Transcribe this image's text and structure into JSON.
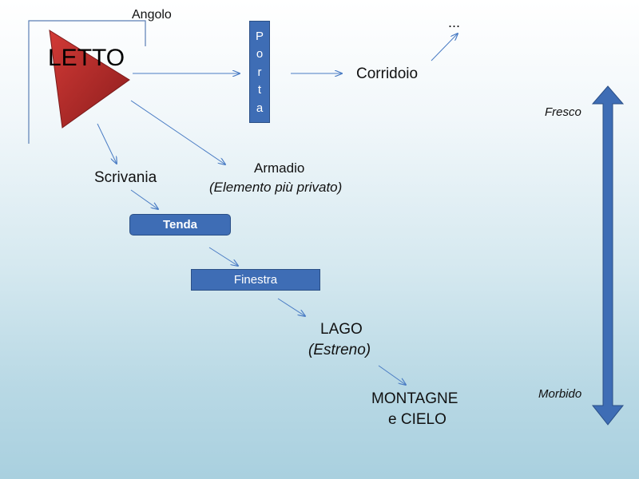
{
  "title": "LETTO",
  "corner_label": "Angolo",
  "door": {
    "letters": [
      "P",
      "o",
      "r",
      "t",
      "a"
    ]
  },
  "corridor": "Corridoio",
  "ellipsis": "...",
  "desk": "Scrivania",
  "wardrobe": {
    "name": "Armadio",
    "note": "(Elemento più privato)"
  },
  "curtain": "Tenda",
  "window": "Finestra",
  "lake": {
    "name": "LAGO",
    "note": "(Estreno)"
  },
  "mountains": {
    "line1": "MONTAGNE",
    "line2": "e CIELO"
  },
  "scale": {
    "top": "Fresco",
    "bottom": "Morbido"
  },
  "colors": {
    "triangle": "#b22a2a",
    "box": "#3e6db5",
    "arrow": "#4a7cc4",
    "scale_arrow": "#3e6db5"
  }
}
